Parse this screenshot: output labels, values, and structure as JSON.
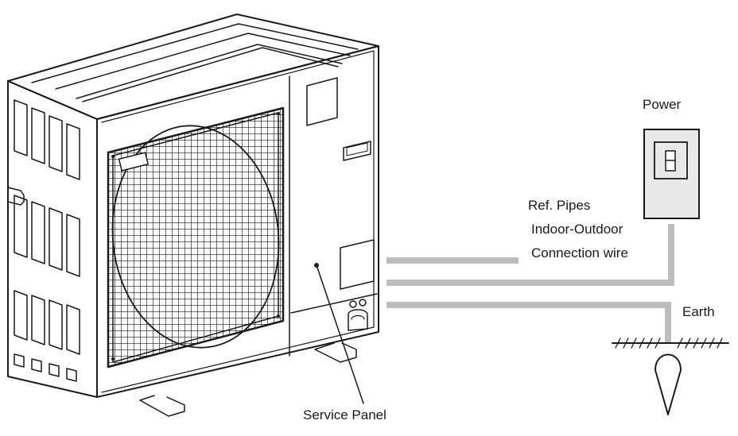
{
  "labels": {
    "power": "Power",
    "ref_pipes": "Ref. Pipes",
    "indoor_outdoor": "Indoor-Outdoor",
    "connection_wire": "Connection wire",
    "earth": "Earth",
    "service_panel": "Service Panel"
  },
  "colors": {
    "line": "#1a1a1a",
    "pipe": "#bdbdbd",
    "switch_box": "#e9e9e9",
    "background": "#ffffff"
  }
}
